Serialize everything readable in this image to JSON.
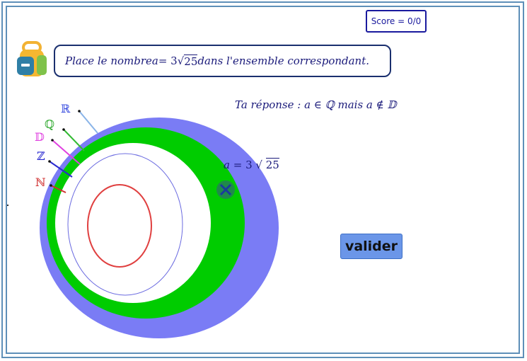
{
  "score": {
    "label": "Score = 0/0"
  },
  "instruction": {
    "prefix": "Place le nombre ",
    "var": "a",
    "eq": " = 3",
    "radicand": "25",
    "suffix": " dans l'ensemble correspondant."
  },
  "answer": {
    "prefix": "Ta réponse : ",
    "body": " a ∈ ℚ mais a ∉ 𝔻"
  },
  "point": {
    "var": "a",
    "eq": " = 3",
    "radicand": "25"
  },
  "sets": [
    {
      "symbol": "ℝ",
      "color": "#3b4fe0"
    },
    {
      "symbol": "ℚ",
      "color": "#33aa33"
    },
    {
      "symbol": "𝔻",
      "color": "#e040e0"
    },
    {
      "symbol": "ℤ",
      "color": "#2a2ad0"
    },
    {
      "symbol": "ℕ",
      "color": "#d03030"
    }
  ],
  "button": {
    "label": "valider"
  },
  "colors": {
    "real_region": "#7a7cf5",
    "rational_region": "#00cc00",
    "natural_ring": "#e04040",
    "integer_ring": "#6a6ae0",
    "frame": "#5e8fb8"
  },
  "icons": {
    "backpack": "backpack-icon",
    "marker": "close-marker-icon"
  }
}
